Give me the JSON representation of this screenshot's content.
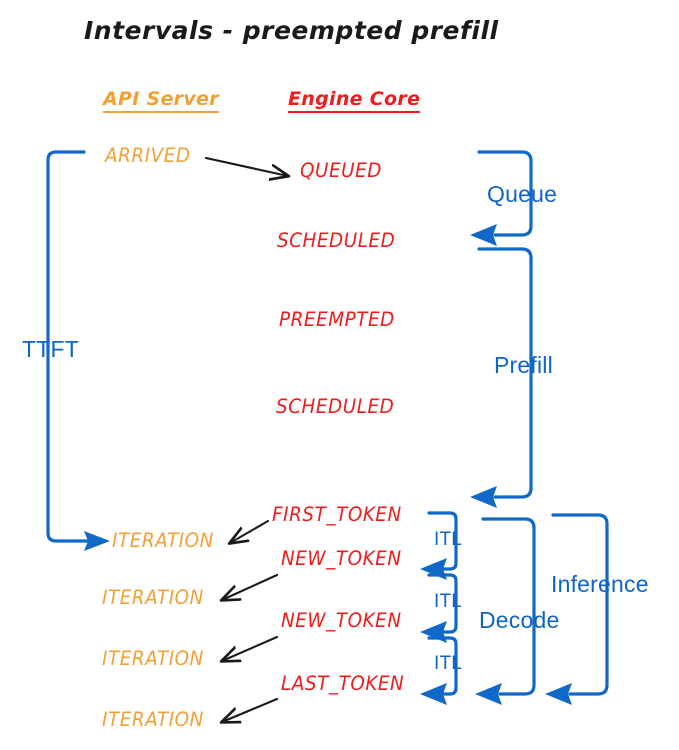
{
  "title": "Intervals - preempted prefill",
  "colors": {
    "api_server": "#F2A033",
    "engine_core": "#EE1C1C",
    "interval": "#0F64C8",
    "arrow": "#1a1a1a",
    "background": "#ffffff"
  },
  "columns": {
    "api_server": "API Server",
    "engine_core": "Engine Core"
  },
  "api_server_events": [
    {
      "label": "ARRIVED"
    },
    {
      "label": "ITERATION"
    },
    {
      "label": "ITERATION"
    },
    {
      "label": "ITERATION"
    },
    {
      "label": "ITERATION"
    }
  ],
  "engine_core_events": [
    {
      "label": "QUEUED"
    },
    {
      "label": "SCHEDULED"
    },
    {
      "label": "PREEMPTED"
    },
    {
      "label": "SCHEDULED"
    },
    {
      "label": "FIRST_TOKEN"
    },
    {
      "label": "NEW_TOKEN"
    },
    {
      "label": "NEW_TOKEN"
    },
    {
      "label": "LAST_TOKEN"
    }
  ],
  "intervals": {
    "ttft": "TTFT",
    "queue": "Queue",
    "prefill": "Prefill",
    "decode": "Decode",
    "inference": "Inference",
    "itl": [
      "ITL",
      "ITL",
      "ITL"
    ]
  }
}
